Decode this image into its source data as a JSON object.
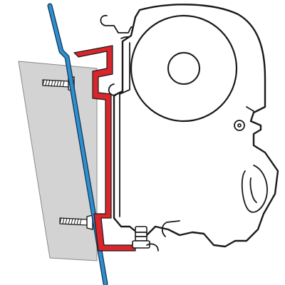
{
  "diagram": {
    "colors": {
      "background": "#ffffff",
      "outline": "#1a1a1a",
      "wall_panel": "#d3d3d3",
      "wall_panel_edge": "#8a8a8a",
      "wall_line": "#2e8fd0",
      "wall_line_edge": "#10354f",
      "adapter_bracket": "#d8262c",
      "housing_fill": "#ffffff",
      "screw_fill": "#ffffff"
    },
    "components": [
      {
        "name": "wall-panel"
      },
      {
        "name": "wall-line"
      },
      {
        "name": "adapter-bracket"
      },
      {
        "name": "awning-cassette"
      },
      {
        "name": "fabric-roller"
      },
      {
        "name": "upper-screw"
      },
      {
        "name": "lower-screw"
      },
      {
        "name": "mounting-bolt"
      }
    ]
  }
}
